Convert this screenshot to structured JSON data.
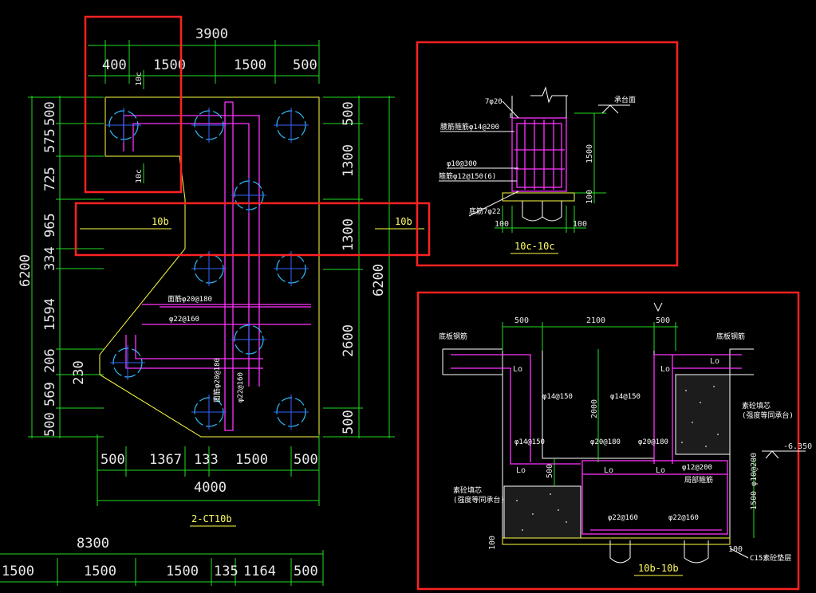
{
  "top_dims": {
    "total": "3900",
    "seg1": "400",
    "seg2": "1500",
    "seg3": "1500",
    "seg4": "500"
  },
  "left_dims": {
    "total": "6200",
    "s1": "500",
    "s2": "575",
    "s3": "725",
    "s4": "965",
    "s5": "334",
    "s6": "1594",
    "s7": "206",
    "s8": "230",
    "s9": "569",
    "s10": "500"
  },
  "right_dims": {
    "total": "6200",
    "s1": "500",
    "s2": "1300",
    "s3": "1300",
    "s4": "2600",
    "s5": "500"
  },
  "bottom_dims": {
    "total": "4000",
    "s1": "500",
    "s2": "1367",
    "s3": "133",
    "s4": "1500",
    "s5": "500"
  },
  "lower_dims": {
    "total": "8300",
    "s1": "1500",
    "s2": "1500",
    "s3": "1500",
    "s4": "135",
    "s5": "1164",
    "s6": "500"
  },
  "section_marks": {
    "c_top": "10c",
    "c_bot": "10c",
    "b_left": "10b",
    "b_right": "10b"
  },
  "plan_rebar": {
    "r1": "面筋φ20@180",
    "r2": "φ22@160",
    "r3": "面筋φ20@180",
    "r4": "φ22@160"
  },
  "plan_title": "2-CT10b",
  "sec_c": {
    "title": "10c-10c",
    "l1": "7φ20",
    "l2": "腰筋箍筋φ14@200",
    "l3": "φ10@300",
    "l4": "箍筋φ12@150(6)",
    "l5": "底筋7φ22",
    "dim_h": "1500",
    "dim_b1": "100",
    "dim_b2": "100",
    "dim_base": "100",
    "level": "承台面"
  },
  "sec_b": {
    "title": "10b-10b",
    "d1": "500",
    "d2": "2100",
    "d3": "500",
    "dv1": "2000",
    "dv2": "500",
    "dv3": "1500",
    "lo1": "Lo",
    "lo2": "Lo",
    "lo3": "Lo",
    "lo4": "Lo",
    "lo5": "Lo",
    "lo6": "Lo",
    "r1": "φ14@150",
    "r2": "φ14@150",
    "r3": "φ14@150",
    "r4": "φ20@180",
    "r5": "φ20@180",
    "r6": "φ12@200",
    "r7": "φ22@160",
    "r8": "φ22@160",
    "r9": "φ10@200",
    "t1": "底板钢筋",
    "t2": "底板钢筋",
    "t3": "素砼填芯",
    "t4": "(强度等同承台)",
    "t5": "素砼填芯",
    "t6": "(强度等同承台)",
    "t7": "局部箍筋",
    "t8": "C15素砼垫层",
    "elev": "-6.350",
    "b100a": "100",
    "b100b": "100"
  }
}
